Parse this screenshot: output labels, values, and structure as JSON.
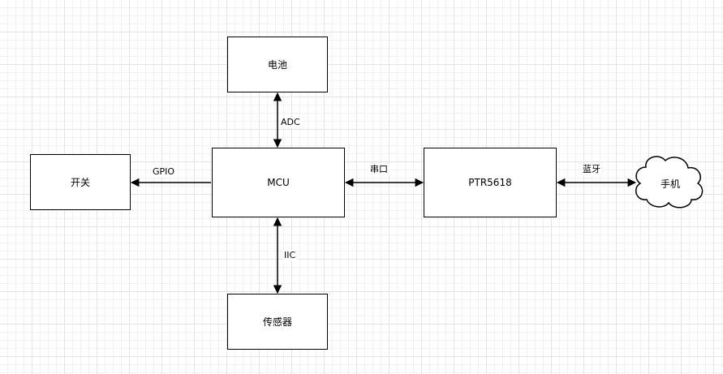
{
  "diagram": {
    "nodes": {
      "battery": "电池",
      "switch": "开关",
      "mcu": "MCU",
      "ptr": "PTR5618",
      "sensor": "传感器",
      "phone": "手机"
    },
    "edges": {
      "adc": "ADC",
      "gpio": "GPIO",
      "uart": "串口",
      "bluetooth": "蓝牙",
      "iic": "IIC"
    }
  },
  "colors": {
    "stroke": "#000000",
    "grid": "#e4e4e4",
    "background": "#ffffff"
  }
}
